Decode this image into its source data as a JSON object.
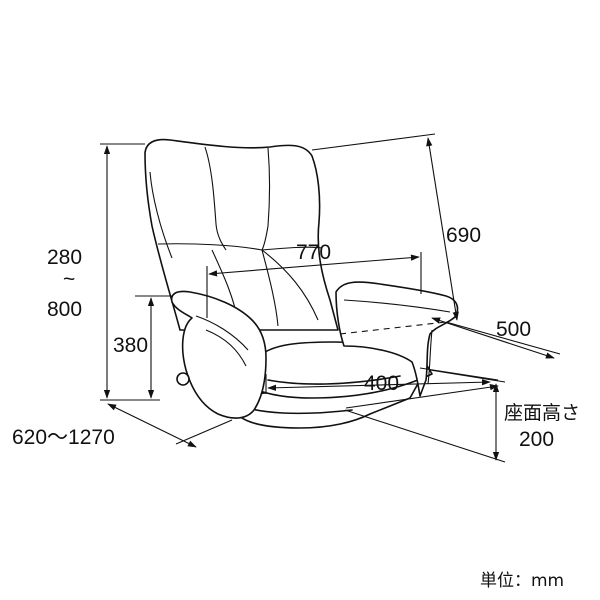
{
  "dimensions": {
    "total_height_min": "280",
    "height_tilde": "~",
    "total_height_max": "800",
    "armrest_height": "380",
    "depth_range": "620～1270",
    "width_overall": "770",
    "backrest_height": "690",
    "seat_depth": "500",
    "seat_width": "400",
    "seat_height_label": "座面高さ",
    "seat_height": "200"
  },
  "unit_label": "単位：mm",
  "colors": {
    "line": "#111111",
    "background": "#ffffff"
  }
}
